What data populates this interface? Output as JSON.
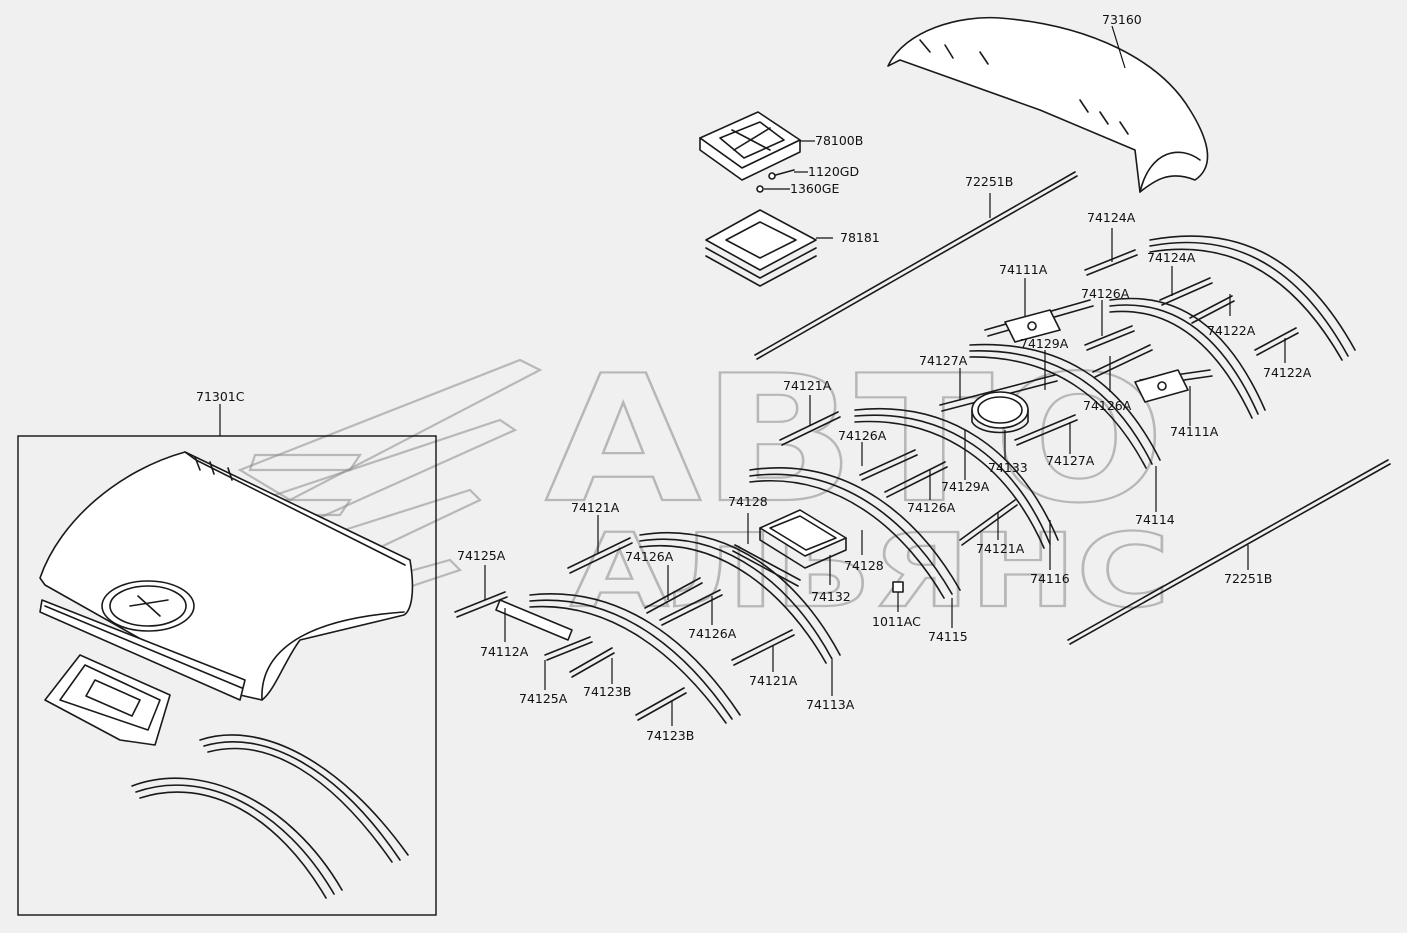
{
  "watermark": {
    "line1": "АВТО",
    "line2": "АЛЬЯНС"
  },
  "inset_box_label": "71301C",
  "callouts": [
    {
      "id": "73160",
      "text": "73160"
    },
    {
      "id": "78100B",
      "text": "78100B"
    },
    {
      "id": "1120GD",
      "text": "1120GD"
    },
    {
      "id": "1360GE",
      "text": "1360GE"
    },
    {
      "id": "78181",
      "text": "78181"
    },
    {
      "id": "72251B_top",
      "text": "72251B"
    },
    {
      "id": "74124A_a",
      "text": "74124A"
    },
    {
      "id": "74124A_b",
      "text": "74124A"
    },
    {
      "id": "74111A_a",
      "text": "74111A"
    },
    {
      "id": "74126A_a",
      "text": "74126A"
    },
    {
      "id": "74122A_a",
      "text": "74122A"
    },
    {
      "id": "74122A_b",
      "text": "74122A"
    },
    {
      "id": "74129A_a",
      "text": "74129A"
    },
    {
      "id": "74127A_a",
      "text": "74127A"
    },
    {
      "id": "74121A_a",
      "text": "74121A"
    },
    {
      "id": "74126A_b",
      "text": "74126A"
    },
    {
      "id": "74111A_b",
      "text": "74111A"
    },
    {
      "id": "74126A_c",
      "text": "74126A"
    },
    {
      "id": "74133",
      "text": "74133"
    },
    {
      "id": "74127A_b",
      "text": "74127A"
    },
    {
      "id": "74129A_b",
      "text": "74129A"
    },
    {
      "id": "74126A_d",
      "text": "74126A"
    },
    {
      "id": "74114",
      "text": "74114"
    },
    {
      "id": "72251B_bottom",
      "text": "72251B"
    },
    {
      "id": "74121A_b",
      "text": "74121A"
    },
    {
      "id": "74128_a",
      "text": "74128"
    },
    {
      "id": "74126A_e",
      "text": "74126A"
    },
    {
      "id": "74128_b",
      "text": "74128"
    },
    {
      "id": "74125A_a",
      "text": "74125A"
    },
    {
      "id": "74121A_c",
      "text": "74121A"
    },
    {
      "id": "74116",
      "text": "74116"
    },
    {
      "id": "74132",
      "text": "74132"
    },
    {
      "id": "1011AC",
      "text": "1011AC"
    },
    {
      "id": "74115",
      "text": "74115"
    },
    {
      "id": "74126A_f",
      "text": "74126A"
    },
    {
      "id": "74112A",
      "text": "74112A"
    },
    {
      "id": "74121A_d",
      "text": "74121A"
    },
    {
      "id": "74125A_b",
      "text": "74125A"
    },
    {
      "id": "74123B_a",
      "text": "74123B"
    },
    {
      "id": "74113A",
      "text": "74113A"
    },
    {
      "id": "74123B_b",
      "text": "74123B"
    }
  ]
}
